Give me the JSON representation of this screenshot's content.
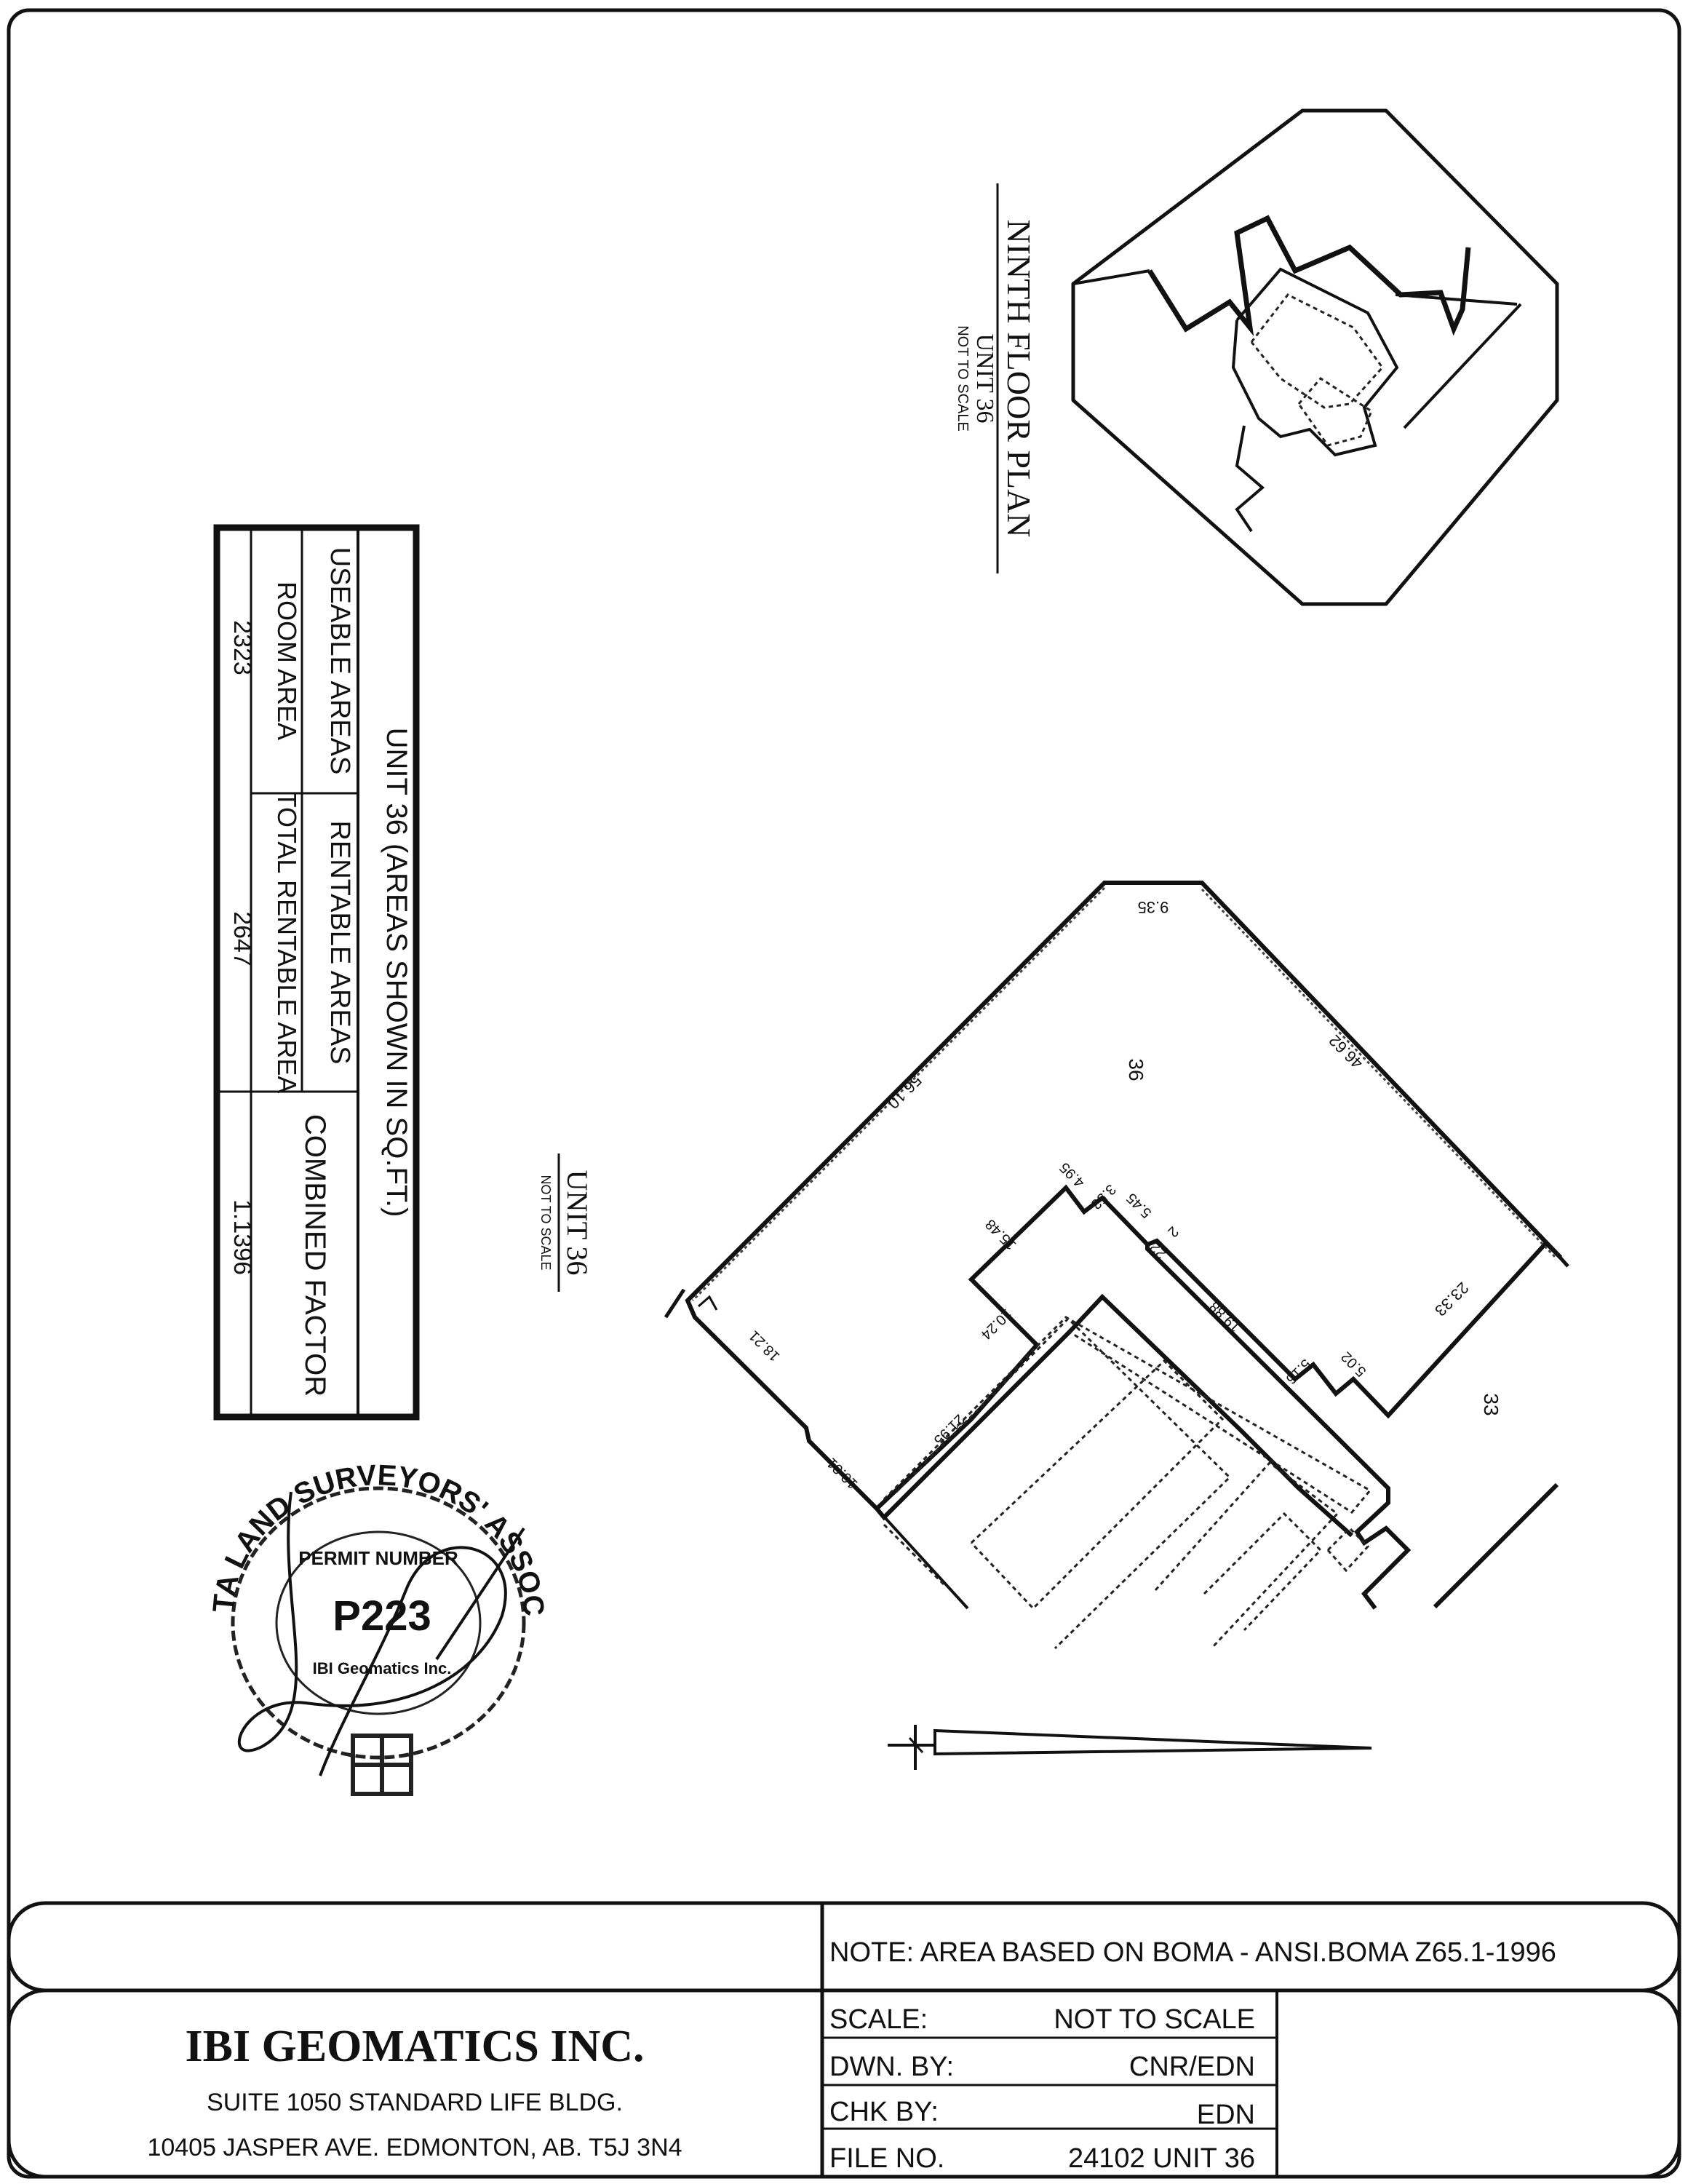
{
  "floor_plan": {
    "title": "NINTH FLOOR PLAN",
    "unit": "UNIT 36",
    "scale_note": "NOT TO SCALE"
  },
  "unit_detail": {
    "title": "UNIT 36",
    "scale_note": "NOT TO SCALE",
    "unit_number": "36",
    "neighbor_unit": "33",
    "dimensions": {
      "top": "9.35",
      "upper_right": "46.62",
      "upper_left": "56.10",
      "notch_a": "4.95",
      "notch_b": "3.53",
      "notch_c": "5.45",
      "notch_d": "2",
      "notch_e": "22",
      "corridor_top": "15.48",
      "corridor_left": "10.24",
      "corridor_right": "19.88",
      "small_a": "5.16",
      "small_b": "5.02",
      "right_lower": "23.33",
      "left_lower": "18.21",
      "bottom_left": "10.01",
      "bottom_mid": "21.95"
    }
  },
  "area_table": {
    "heading": "UNIT 36 (AREAS SHOWN IN SQ.FT.)",
    "useable_header": "USEABLE AREAS",
    "rentable_header": "RENTABLE AREAS",
    "combined_header": "COMBINED FACTOR",
    "room_area_label": "ROOM AREA",
    "total_rentable_label": "TOTAL RENTABLE AREA",
    "room_area_value": "2323",
    "total_rentable_value": "2647",
    "combined_factor_value": "1.1396"
  },
  "seal": {
    "association": "ALBERTA LAND SURVEYORS' ASSOCIATION",
    "permit_label": "PERMIT NUMBER",
    "permit_number": "P223",
    "company": "IBI Geomatics Inc."
  },
  "title_block": {
    "note": "NOTE: AREA BASED ON BOMA - ANSI.BOMA Z65.1-1996",
    "company": "IBI GEOMATICS INC.",
    "address_line1": "SUITE 1050 STANDARD LIFE BLDG.",
    "address_line2": "10405 JASPER AVE. EDMONTON, AB. T5J 3N4",
    "scale_label": "SCALE:",
    "scale_value": "NOT TO SCALE",
    "drawn_label": "DWN. BY:",
    "drawn_value": "CNR/EDN",
    "checked_label": "CHK BY:",
    "checked_value": "EDN",
    "file_label": "FILE NO.",
    "file_value": "24102 UNIT 36"
  }
}
